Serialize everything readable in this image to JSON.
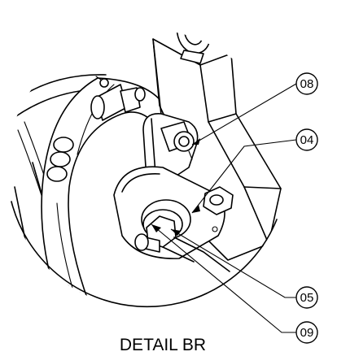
{
  "detail": {
    "caption": "DETAIL BR"
  },
  "callouts": [
    {
      "label": "08"
    },
    {
      "label": "04"
    },
    {
      "label": "05"
    },
    {
      "label": "09"
    }
  ]
}
